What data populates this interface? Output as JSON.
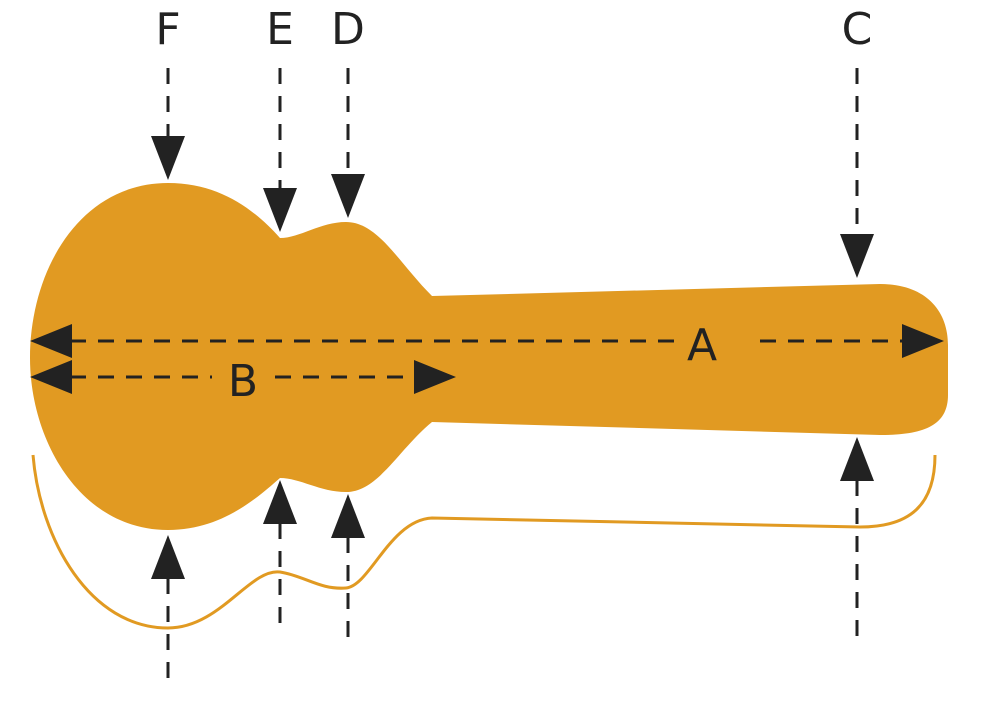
{
  "labels": {
    "A": "A",
    "B": "B",
    "C": "C",
    "D": "D",
    "E": "E",
    "F": "F"
  },
  "colors": {
    "case_fill": "#e19a22",
    "outline": "#e19a22",
    "ink": "#222222",
    "background": "#ffffff"
  }
}
